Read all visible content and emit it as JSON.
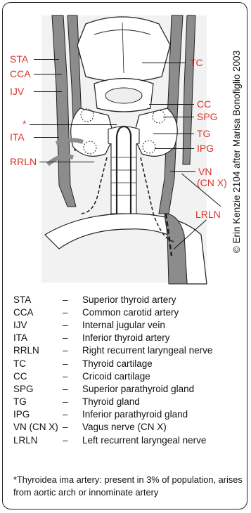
{
  "figure": {
    "labels": {
      "sta": "STA",
      "cca": "CCA",
      "ijv": "IJV",
      "asterisk": "*",
      "ita": "ITA",
      "rrln": "RRLN",
      "tc": "TC",
      "cc": "CC",
      "spg": "SPG",
      "tg": "TG",
      "ipg": "IPG",
      "vn_line1": "VN",
      "vn_line2": "(CN X)",
      "lrln": "LRLN"
    },
    "credit": "© Erin Kenzie 2104 after Marisa Bonofiglio 2003",
    "colors": {
      "label": "#d9332b",
      "artery_fill": "#8c8c8c",
      "tissue_fill": "#ffffff",
      "outline": "#222222"
    }
  },
  "legend": [
    {
      "abbr": "STA",
      "dash": "–",
      "desc": "Superior thyroid artery"
    },
    {
      "abbr": "CCA",
      "dash": "–",
      "desc": "Common carotid artery"
    },
    {
      "abbr": "IJV",
      "dash": "–",
      "desc": "Internal jugular vein"
    },
    {
      "abbr": "ITA",
      "dash": "–",
      "desc": "Inferior thyroid artery"
    },
    {
      "abbr": "RRLN",
      "dash": "–",
      "desc": "Right recurrent laryngeal nerve"
    },
    {
      "abbr": "TC",
      "dash": "–",
      "desc": "Thyroid cartilage"
    },
    {
      "abbr": "CC",
      "dash": "–",
      "desc": "Cricoid cartilage"
    },
    {
      "abbr": "SPG",
      "dash": "–",
      "desc": "Superior parathyroid gland"
    },
    {
      "abbr": "TG",
      "dash": "–",
      "desc": "Thyroid gland"
    },
    {
      "abbr": "IPG",
      "dash": "–",
      "desc": "Inferior parathyroid gland"
    },
    {
      "abbr": "VN (CN X)",
      "dash": "–",
      "desc": "Vagus nerve (CN X)"
    },
    {
      "abbr": "LRLN",
      "dash": "–",
      "desc": "Left recurrent laryngeal nerve"
    }
  ],
  "footnote": "*Thyroidea ima artery: present in 3% of  population, arises from aortic arch or innominate artery"
}
